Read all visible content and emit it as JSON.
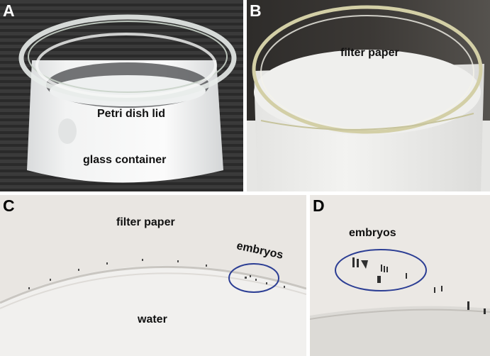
{
  "panels": {
    "a": {
      "letter": "A",
      "labels": {
        "lid": "Petri dish lid",
        "container": "glass container"
      }
    },
    "b": {
      "letter": "B",
      "labels": {
        "paper": "filter paper"
      }
    },
    "c": {
      "letter": "C",
      "labels": {
        "paper": "filter paper",
        "embryos": "embryos",
        "water": "water"
      }
    },
    "d": {
      "letter": "D",
      "labels": {
        "embryos": "embryos"
      }
    }
  },
  "colors": {
    "highlight_circle": "#2c3e94"
  }
}
